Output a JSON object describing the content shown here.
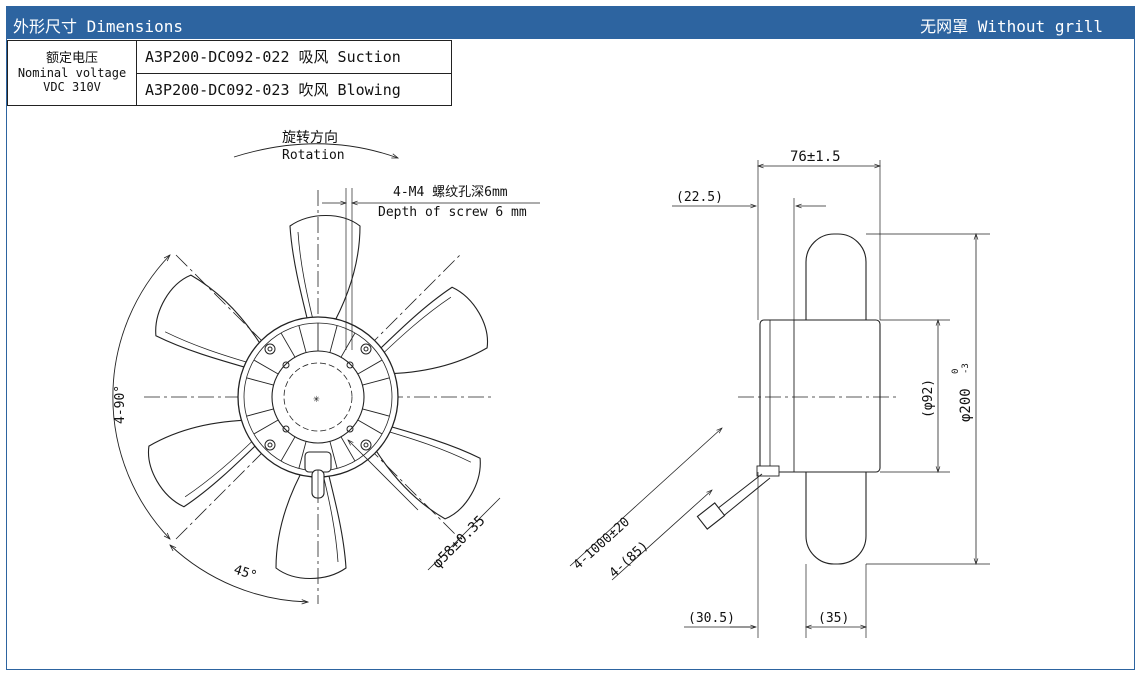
{
  "header": {
    "title": "外形尺寸 Dimensions",
    "subtitle": "无网罩 Without grill"
  },
  "spec": {
    "voltage_zh": "额定电压",
    "voltage_en": "Nominal voltage",
    "voltage_value": "VDC 310V",
    "models": [
      "A3P200-DC092-022 吸风 Suction",
      "A3P200-DC092-023 吹风 Blowing"
    ]
  },
  "front": {
    "rotation_zh": "旋转方向",
    "rotation_en": "Rotation",
    "screw_zh": "4-M4 螺纹孔深6mm",
    "screw_en": "Depth of screw 6 mm",
    "angle_90": "4-90°",
    "angle_45": "45°",
    "hub_dia": "φ58±0.35"
  },
  "side": {
    "length": "76±1.5",
    "offset_top": "(22.5)",
    "inner_dia": "(φ92)",
    "outer_dia": "φ200",
    "outer_tol_upper": "0",
    "outer_tol_lower": "-3",
    "cable_len": "4-1000±20",
    "cable_strip": "4-(85)",
    "bottom_left": "(30.5)",
    "bottom_right": "(35)"
  }
}
